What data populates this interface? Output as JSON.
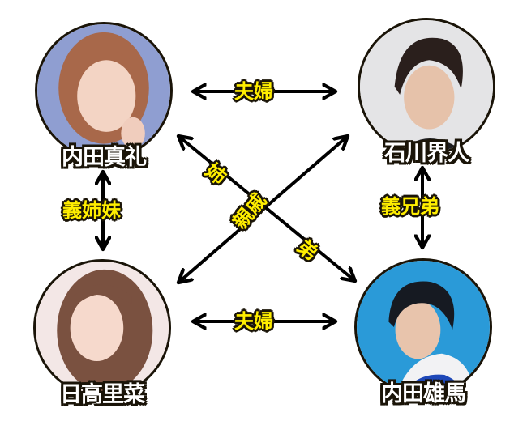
{
  "diagram": {
    "type": "relationship-chart",
    "background": "#ffffff",
    "colors": {
      "label_fill": "#ffee00",
      "outline": "#1a1408",
      "arrow": "#000000",
      "name_fill": "#ffffff"
    },
    "people": {
      "top_left": {
        "name": "内田真礼",
        "photo_bg": "#8f9ed1",
        "hair": "#a8684a"
      },
      "top_right": {
        "name": "石川界人",
        "photo_bg": "#e4e4e6",
        "hair": "#2a1f1c"
      },
      "bottom_left": {
        "name": "日高里菜",
        "photo_bg": "#f3e7e6",
        "hair": "#7a5140"
      },
      "bottom_right": {
        "name": "内田雄馬",
        "photo_bg": "#2a9ad8",
        "hair": "#161a22"
      }
    },
    "relations": {
      "top_couple": "夫婦",
      "bottom_couple": "夫婦",
      "left_inlaw": "義姉妹",
      "right_inlaw": "義兄弟",
      "cross_center": "親戚",
      "sibling_older": "姉",
      "sibling_younger": "弟"
    }
  }
}
